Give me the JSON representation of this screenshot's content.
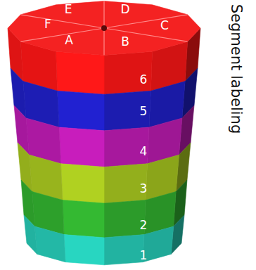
{
  "diagram": {
    "nodes": [
      {
        "text": [
          "E"
        ]
      },
      {
        "text": [
          "D"
        ]
      },
      {
        "text": [
          "F"
        ]
      },
      {
        "text": [
          "C"
        ]
      },
      {
        "text": [
          "A"
        ]
      },
      {
        "text": [
          "B"
        ]
      },
      {
        "text": [
          "6"
        ]
      },
      {
        "text": [
          "5"
        ]
      },
      {
        "text": [
          "4"
        ]
      },
      {
        "text": [
          "3"
        ]
      },
      {
        "text": [
          "2"
        ]
      },
      {
        "text": [
          "1"
        ]
      }
    ],
    "labels": [
      "Segment labeling"
    ]
  }
}
